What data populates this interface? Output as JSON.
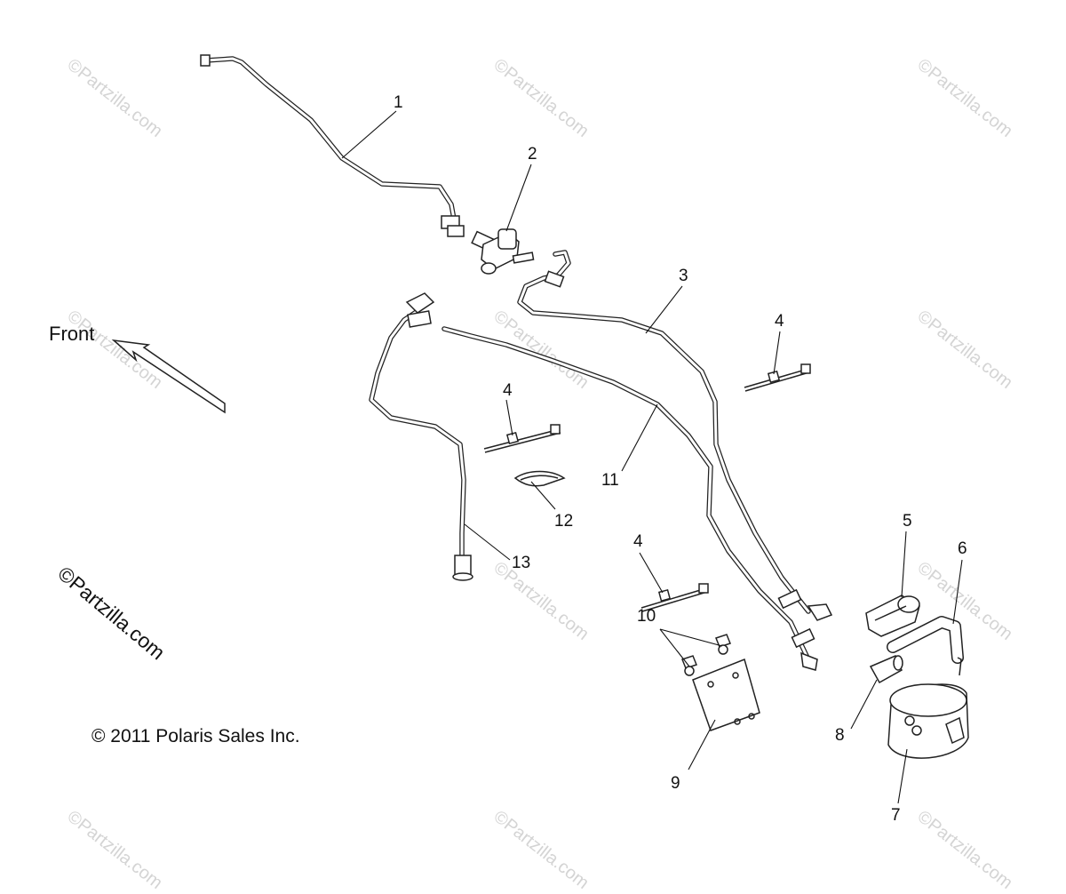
{
  "front_label": "Front",
  "copyright": "© 2011 Polaris Sales Inc.",
  "brand_watermark": "©Partzilla.com",
  "watermark_text": "©Partzilla.com",
  "callouts": [
    "1",
    "2",
    "3",
    "4",
    "4",
    "4",
    "5",
    "6",
    "7",
    "8",
    "9",
    "10",
    "11",
    "12",
    "13"
  ]
}
